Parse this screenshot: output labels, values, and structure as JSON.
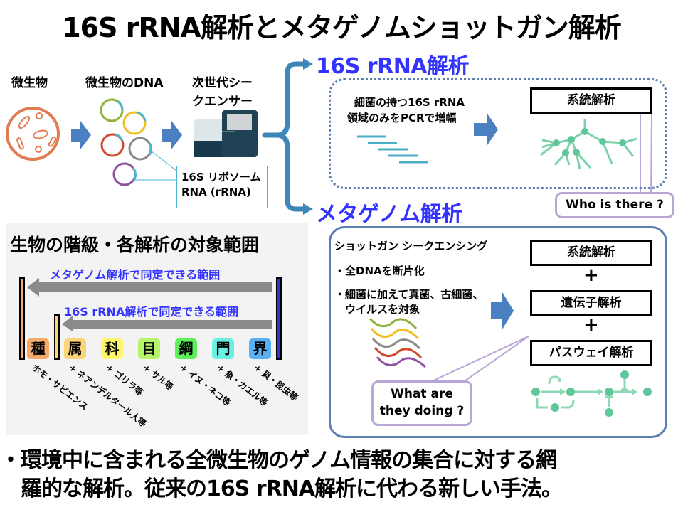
{
  "title": "16S rRNA解析とメタゲノムショットガン解析",
  "flow": {
    "microbe_label": "微生物",
    "dna_label": "微生物のDNA",
    "sequencer_label_line1": "次世代シー",
    "sequencer_label_line2": "クエンサー",
    "callout_line1": "16S リボソーム",
    "callout_line2": "RNA (rRNA)"
  },
  "branch_16s": {
    "heading": "16S rRNA解析",
    "desc_line1": "細菌の持つ16S rRNA",
    "desc_line2": "領域のみをPCRで増幅",
    "result_box": "系統解析",
    "bubble": "Who is there ?"
  },
  "branch_meta": {
    "heading": "メタゲノム解析",
    "method": "ショットガン シークエンシング",
    "bullets": [
      "全DNAを断片化",
      "細菌に加えて真菌、古細菌、",
      "ウイルスを対象"
    ],
    "result_boxes": [
      "系統解析",
      "遺伝子解析",
      "パスウェイ解析"
    ],
    "plus": "+",
    "bubble_line1": "What are",
    "bubble_line2": "they doing ?"
  },
  "ranks_panel": {
    "title": "生物の階級・各解析の対象範囲",
    "meta_range_label": "メタゲノム解析で同定できる範囲",
    "s16_range_label": "16S rRNA解析で同定できる範囲",
    "ranks": [
      {
        "label": "種",
        "color": "#f5a96a",
        "example": "ホモ・サピエンス"
      },
      {
        "label": "属",
        "color": "#fcd57a",
        "example": "+ ネアンデルタール人等"
      },
      {
        "label": "科",
        "color": "#fdf56a",
        "example": "+ ゴリラ等"
      },
      {
        "label": "目",
        "color": "#b6f56a",
        "example": "+ サル等"
      },
      {
        "label": "綱",
        "color": "#5ef05a",
        "example": "+ イヌ・ネコ等"
      },
      {
        "label": "門",
        "color": "#6af0e0",
        "example": "+ 魚・カエル等"
      },
      {
        "label": "界",
        "color": "#5ab0f5",
        "example": "+ 貝・昆虫等"
      }
    ]
  },
  "summary": {
    "line1": "・環境中に含まれる全微生物のゲノム情報の集合に対する網",
    "line2": "　羅的な解析。従来の16S rRNA解析に代わる新しい手法。"
  },
  "colors": {
    "accent_blue": "#3333ff",
    "arrow_blue": "#4a7fc1",
    "brace_blue": "#3f86b8",
    "tree_green": "#5fc89a",
    "bubble_purple": "#b9a6d6",
    "grey_arrow": "#8a8a8a"
  }
}
